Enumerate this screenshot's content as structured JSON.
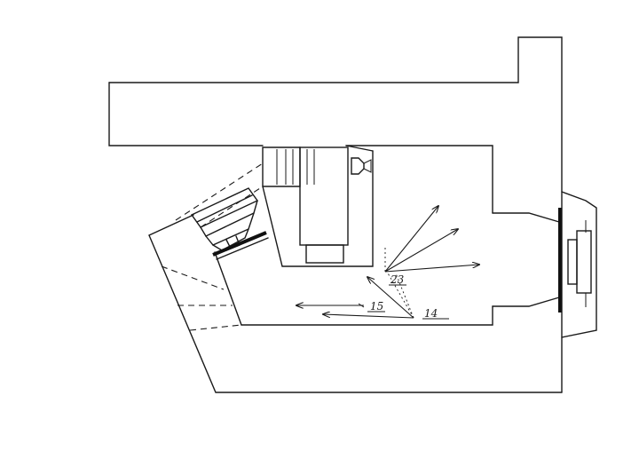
{
  "labels": {
    "ref_23": "23",
    "ref_15": "15",
    "ref_14": "14"
  },
  "colors": {
    "ink": "#1a1a1a",
    "paper": "#ffffff"
  }
}
